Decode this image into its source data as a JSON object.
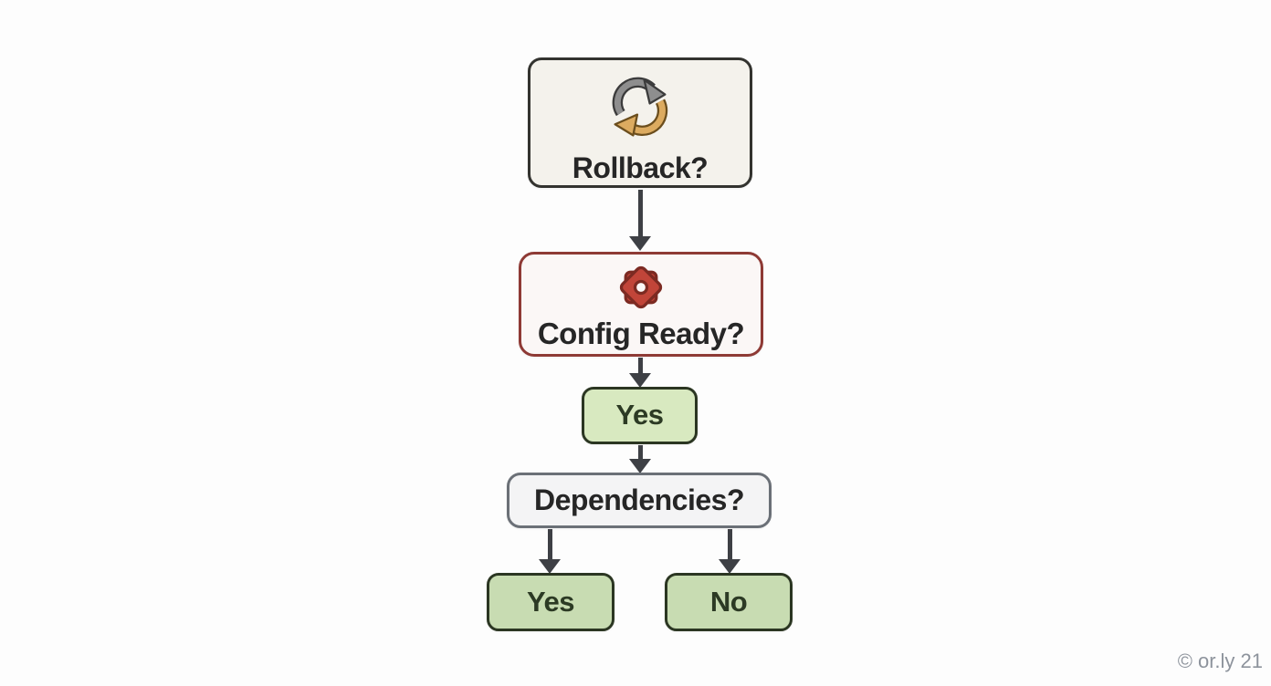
{
  "flowchart": {
    "nodes": {
      "rollback": {
        "label": "Rollback?",
        "icon": "sync-rollback-icon"
      },
      "config": {
        "label": "Config Ready?",
        "icon": "gear-icon"
      },
      "yes_mid": {
        "label": "Yes"
      },
      "dependencies": {
        "label": "Dependencies?"
      },
      "yes_bottom": {
        "label": "Yes"
      },
      "no_bottom": {
        "label": "No"
      }
    },
    "edges": [
      {
        "from": "rollback",
        "to": "config"
      },
      {
        "from": "config",
        "to": "yes_mid"
      },
      {
        "from": "yes_mid",
        "to": "dependencies"
      },
      {
        "from": "dependencies",
        "to": "yes_bottom"
      },
      {
        "from": "dependencies",
        "to": "no_bottom"
      }
    ],
    "watermark": "© or.ly 21",
    "colors": {
      "node_bg": "#f4f2ec",
      "node_border": "#33332f",
      "config_bg": "#fbf7f6",
      "config_border": "#8e3a35",
      "yes_light_bg": "#d8e9c0",
      "bottom_green_bg": "#c8dcb2",
      "green_dark_border": "#2b3622",
      "green_text": "#2c3a24",
      "deps_bg": "#f4f4f5",
      "deps_border": "#6b7077",
      "text_dark": "#262626",
      "arrow": "#3e4045",
      "gear_fill": "#c14539",
      "gear_outline": "#7c2a22",
      "sync_gray_fill": "#8e8e8e",
      "sync_dark_outline": "#3b3b3b",
      "sync_gold_fill": "#dcab60",
      "sync_gold_outline": "#6b4e1d",
      "watermark": "#8d939c"
    }
  }
}
